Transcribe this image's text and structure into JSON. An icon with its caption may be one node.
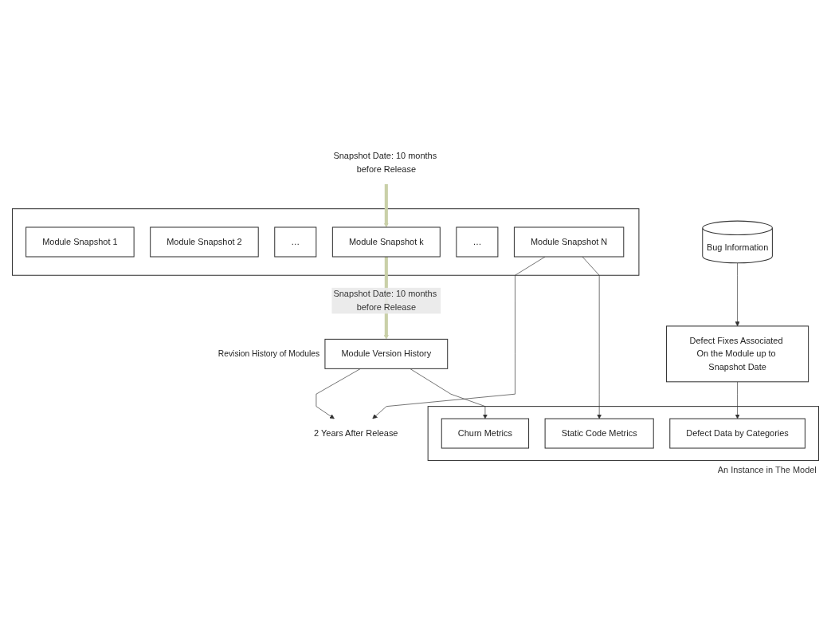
{
  "diagram": {
    "nodes": [
      {
        "text": [
          "Snapshot Date: 10 months before Release"
        ]
      },
      {
        "text": [],
        "shape": "box"
      },
      {
        "text": [
          "Module Snapshot 1"
        ],
        "in": 1
      },
      {
        "text": [
          "Module Snapshot 2"
        ],
        "in": 1
      },
      {
        "text": [
          "…"
        ],
        "in": 1
      },
      {
        "text": [
          "Module Snapshot k"
        ],
        "in": 1
      },
      {
        "text": [
          "…"
        ],
        "in": 1
      },
      {
        "text": [
          "Module Snapshot N"
        ],
        "in": 1
      },
      {
        "text": [
          "2 Years After Release"
        ]
      },
      {
        "text": [
          "Module Version History"
        ],
        "beside": [
          "Revision History of Modules"
        ]
      },
      {
        "text": [
          "Bug Information"
        ]
      },
      {
        "text": [
          "Defect Fixes Associated On the Module up to Snapshot Date"
        ]
      },
      {
        "text": [
          "An Instance in The Model"
        ]
      },
      {
        "text": [
          "Static Code Metrics"
        ],
        "in": 12
      },
      {
        "text": [
          "Churn Metrics"
        ],
        "in": 12
      },
      {
        "text": [
          "Defect Data by Categories"
        ],
        "in": 12
      }
    ],
    "edges": [
      {
        "from": 0,
        "to": 5,
        "arrow": "to",
        "style": "thick",
        "color": "#c9d0a8"
      },
      {
        "from": 5,
        "to": 9,
        "arrow": "to",
        "style": "thick",
        "color": "#c9d0a8",
        "label": "Snapshot Date: 10 months before Release"
      },
      {
        "from": 7,
        "to": 8,
        "arrow": "to"
      },
      {
        "from": 9,
        "to": 8,
        "arrow": "to"
      },
      {
        "from": 7,
        "to": 13,
        "arrow": "to"
      },
      {
        "from": 9,
        "to": 14,
        "arrow": "to"
      },
      {
        "from": 10,
        "to": 11,
        "arrow": "to"
      },
      {
        "from": 11,
        "to": 15,
        "arrow": "to"
      }
    ]
  }
}
